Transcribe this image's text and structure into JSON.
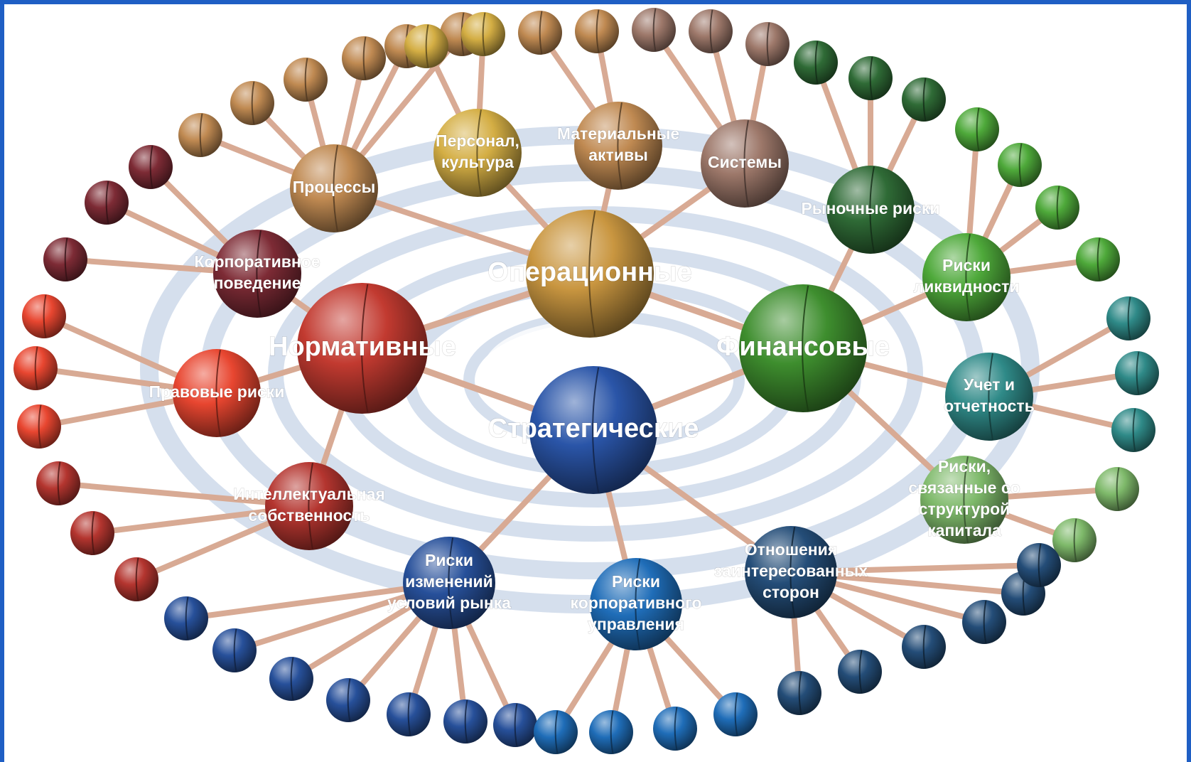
{
  "diagram": {
    "type": "risk-classification-molecule",
    "colors": {
      "frame": "#1f5fc4",
      "background": "#ffffff",
      "swirl": "#b3c4df",
      "stick": "#d8aa94"
    },
    "categories": [
      {
        "id": "operational",
        "label": "Операционные",
        "color": "#c99640",
        "children": [
          {
            "label": "Процессы",
            "color": "#c08a52",
            "leaves": 6
          },
          {
            "label": "Персонал, культура",
            "color": "#d4ae44",
            "leaves": 2
          },
          {
            "label": "Материальные активы",
            "color": "#c08a52",
            "leaves": 2
          },
          {
            "label": "Системы",
            "color": "#9d786a",
            "leaves": 3
          }
        ]
      },
      {
        "id": "normative",
        "label": "Нормативные",
        "color": "#c23a30",
        "children": [
          {
            "label": "Корпоративное поведение",
            "color": "#7d2b35",
            "leaves": 3
          },
          {
            "label": "Правовые риски",
            "color": "#e84630",
            "leaves": 3
          },
          {
            "label": "Интеллектуальная собственность",
            "color": "#b4352f",
            "leaves": 3
          }
        ]
      },
      {
        "id": "financial",
        "label": "Финансовые",
        "color": "#3e8e2e",
        "children": [
          {
            "label": "Рыночные риски",
            "color": "#2f6b36",
            "leaves": 3
          },
          {
            "label": "Риски ликвидности",
            "color": "#4ea93a",
            "leaves": 4
          },
          {
            "label": "Учет и отчетность",
            "color": "#2f8a88",
            "leaves": 3
          },
          {
            "label": "Риски, связанные со структурой капитала",
            "color": "#7eb96a",
            "leaves": 2
          }
        ]
      },
      {
        "id": "strategic",
        "label": "Стратегические",
        "color": "#2a55a8",
        "children": [
          {
            "label": "Риски изменений условий рынка",
            "color": "#27509a",
            "leaves": 7
          },
          {
            "label": "Риски корпоративного управления",
            "color": "#1f6db8",
            "leaves": 4
          },
          {
            "label": "Отношения заинтересованных сторон",
            "color": "#244d78",
            "leaves": 6
          }
        ]
      }
    ]
  }
}
